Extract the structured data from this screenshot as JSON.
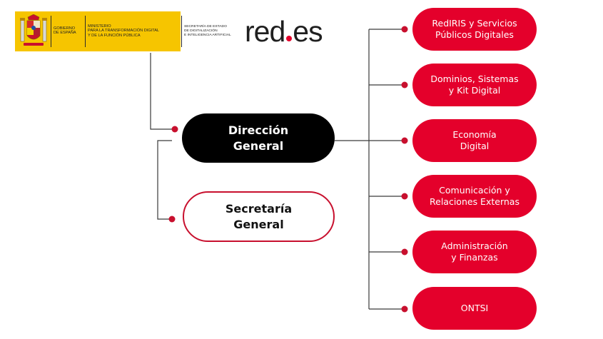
{
  "colors": {
    "accent_red": "#e4002b",
    "outline_red": "#c8102e",
    "dark": "#000000",
    "line": "#3a3a3a",
    "banner_yellow": "#f6c500"
  },
  "header": {
    "gov_logo": {
      "emblem_icon": "spain-coat-of-arms-icon",
      "gobierno": "GOBIERNO\nDE ESPAÑA",
      "ministerio": "MINISTERIO\nPARA LA TRANSFORMACIÓN DIGITAL\nY DE LA FUNCIÓN PÚBLICA",
      "secretaria": "SECRETARÍA DE ESTADO\nDE DIGITALIZACIÓN\nE INTELIGENCIA ARTIFICIAL"
    },
    "brand_logo": {
      "before_dot": "red",
      "after_dot": "es"
    }
  },
  "org_chart": {
    "direccion": "Dirección\nGeneral",
    "secretaria": "Secretaría\nGeneral",
    "areas": [
      "RedIRIS y Servicios\nPúblicos Digitales",
      "Dominios, Sistemas\ny Kit Digital",
      "Economía\nDigital",
      "Comunicación y\nRelaciones Externas",
      "Administración\ny Finanzas",
      "ONTSI"
    ]
  }
}
